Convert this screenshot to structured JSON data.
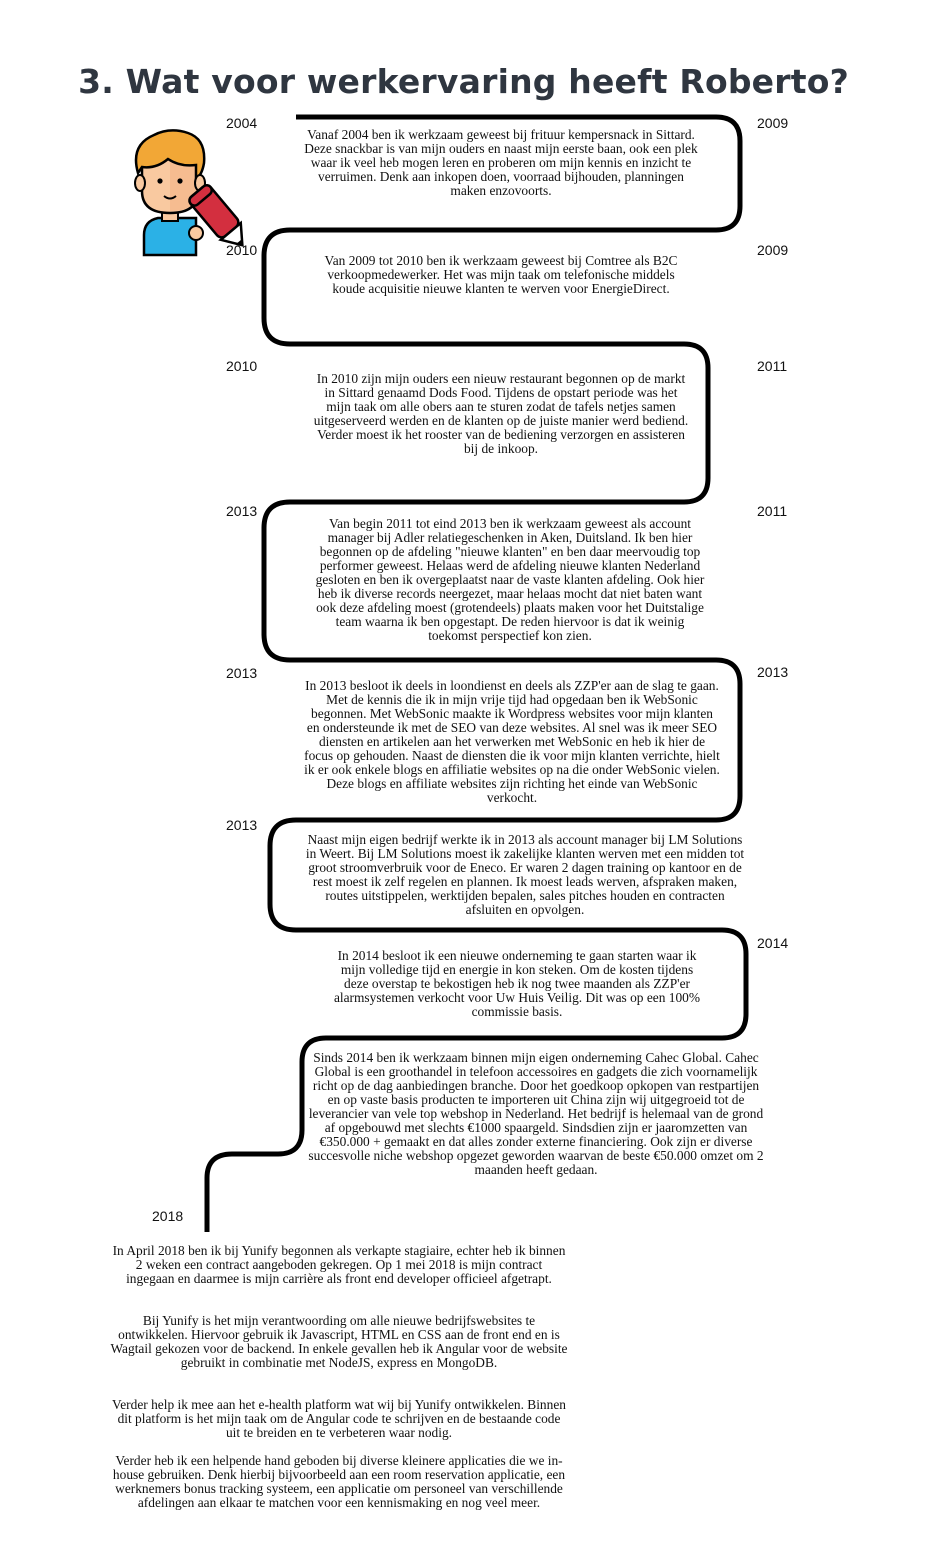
{
  "title": "3. Wat voor werkervaring heeft Roberto?",
  "colors": {
    "title": "#2f3640",
    "line": "#000000",
    "hair": "#f2a736",
    "skin": "#f9c9a0",
    "shirt": "#2bb1e6",
    "pencil": "#d32f3f"
  },
  "avatar_icon": "person-with-pencil-icon",
  "years": [
    "2004",
    "2009",
    "2010",
    "2009",
    "2010",
    "2011",
    "2013",
    "2011",
    "2013",
    "2013",
    "2013",
    "2014",
    "2018"
  ],
  "entries": [
    "Vanaf 2004 ben ik werkzaam geweest bij frituur kempersnack in Sittard. Deze snackbar is van mijn ouders en naast mijn eerste baan, ook een plek waar ik veel heb mogen leren en proberen om mijn kennis en inzicht te verruimen.  Denk aan inkopen doen, voorraad bijhouden, planningen maken enzovoorts.",
    "Van 2009 tot 2010 ben ik werkzaam geweest bij Comtree als B2C verkoopmedewerker. Het was mijn taak om telefonische middels koude acquisitie nieuwe klanten te werven voor EnergieDirect.",
    "In 2010 zijn mijn ouders een nieuw restaurant begonnen op de markt in Sittard genaamd Dods Food. Tijdens de opstart periode was het mijn taak om alle obers aan te sturen zodat de tafels netjes samen uitgeserveerd werden en de klanten op de juiste manier werd bediend. Verder moest ik het rooster van de bediening verzorgen en assisteren bij de inkoop.",
    "Van begin 2011 tot eind 2013 ben ik werkzaam geweest als account manager bij Adler relatiegeschenken in Aken, Duitsland.  Ik ben hier begonnen op de afdeling \"nieuwe klanten\" en ben daar meervoudig  top performer geweest. Helaas werd de afdeling nieuwe klanten Nederland gesloten en ben ik overgeplaatst naar de vaste klanten afdeling. Ook hier heb ik diverse records neergezet, maar helaas mocht dat niet baten want ook deze afdeling moest (grotendeels) plaats maken voor het Duitstalige team waarna ik ben opgestapt. De reden hiervoor is dat ik weinig toekomst perspectief kon zien.",
    "In 2013 besloot ik deels in loondienst en deels als ZZP'er aan de slag te gaan. Met de kennis die ik in mijn vrije tijd had opgedaan ben ik WebSonic begonnen. Met WebSonic maakte ik Wordpress websites voor mijn klanten en ondersteunde ik met de SEO van deze websites. Al snel was ik meer SEO diensten en artikelen aan het verwerken met WebSonic en heb ik hier de focus op gehouden. Naast de diensten die ik voor mijn klanten verrichte, hielt ik er ook enkele blogs en affiliatie websites op na die onder WebSonic vielen. Deze blogs en affiliate websites zijn richting het einde van WebSonic verkocht.",
    "Naast mijn eigen bedrijf werkte ik in 2013 als account manager bij LM Solutions in Weert. Bij LM Solutions moest ik zakelijke klanten werven met een midden tot groot stroomverbruik voor de Eneco. Er waren 2 dagen training op kantoor en de rest moest ik zelf regelen en plannen. Ik moest leads werven, afspraken maken, routes uitstippelen, werktijden bepalen, sales pitches houden en contracten afsluiten en opvolgen.",
    "In 2014 besloot ik een nieuwe onderneming te gaan starten waar ik mijn volledige tijd en energie in kon steken.  Om de kosten tijdens deze overstap te bekostigen heb ik nog  twee maanden als ZZP'er alarmsystemen verkocht voor Uw Huis Veilig.  Dit was op een 100% commissie basis.",
    "Sinds 2014 ben ik werkzaam binnen mijn eigen onderneming Cahec Global. Cahec Global is een groothandel in telefoon accessoires en gadgets die zich voornamelijk richt op de dag aanbiedingen branche. Door het goedkoop opkopen van restpartijen en op vaste basis producten te importeren uit China zijn wij uitgegroeid tot de leverancier van vele top webshop in Nederland. Het bedrijf is helemaal van de grond af opgebouwd met slechts €1000 spaargeld. Sindsdien zijn er jaaromzetten van €350.000 + gemaakt en dat alles zonder externe financiering.  Ook zijn er diverse succesvolle niche webshop opgezet geworden waarvan de beste €50.000 omzet om 2 maanden heeft gedaan.",
    "In April 2018 ben ik bij Yunify begonnen als verkapte stagiaire, echter heb ik binnen 2 weken een contract aangeboden gekregen. Op 1 mei 2018 is mijn contract ingegaan en daarmee is mijn carrière als front end developer officieel afgetrapt.",
    "Bij Yunify is het mijn verantwoording om alle nieuwe bedrijfswebsites te ontwikkelen.  Hiervoor gebruik ik Javascript, HTML en CSS aan de front end en is Wagtail gekozen voor de backend. In enkele gevallen heb ik Angular voor de website gebruikt in combinatie met NodeJS, express en MongoDB.",
    "Verder help ik mee aan het e-health platform wat wij  bij Yunify ontwikkelen. Binnen dit platform is het mijn taak om de Angular code te schrijven en de bestaande code uit te breiden en te verbeteren waar nodig.",
    "Verder heb ik een helpende hand geboden bij diverse kleinere applicaties die we in-house gebruiken. Denk hierbij bijvoorbeeld aan een room reservation applicatie, een werknemers bonus tracking systeem, een applicatie om personeel van verschillende afdelingen aan elkaar te matchen voor een kennismaking en nog veel meer."
  ]
}
